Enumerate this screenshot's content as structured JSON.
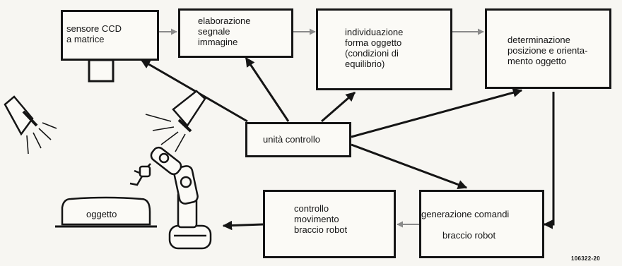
{
  "blocks": {
    "sensor": "sensore CCD\na matrice",
    "processing": "elaborazione\nsegnale\nimmagine",
    "shape": "individuazione\nforma oggetto\n(condizioni di\nequilibrio)",
    "position": "determinazione\nposizione e orienta-\nmento oggetto",
    "control_unit": "unità controllo",
    "commands_line1": "generazione comandi",
    "commands_line2": "braccio robot",
    "movement": "controllo\nmovimento\nbraccio robot",
    "object": "oggetto"
  },
  "icons": {
    "lamp_left": "spotlight-icon",
    "lamp_center": "spotlight-icon",
    "robot": "robot-arm-icon",
    "camera": "camera-lens-icon"
  },
  "figure_code": "106322-20"
}
